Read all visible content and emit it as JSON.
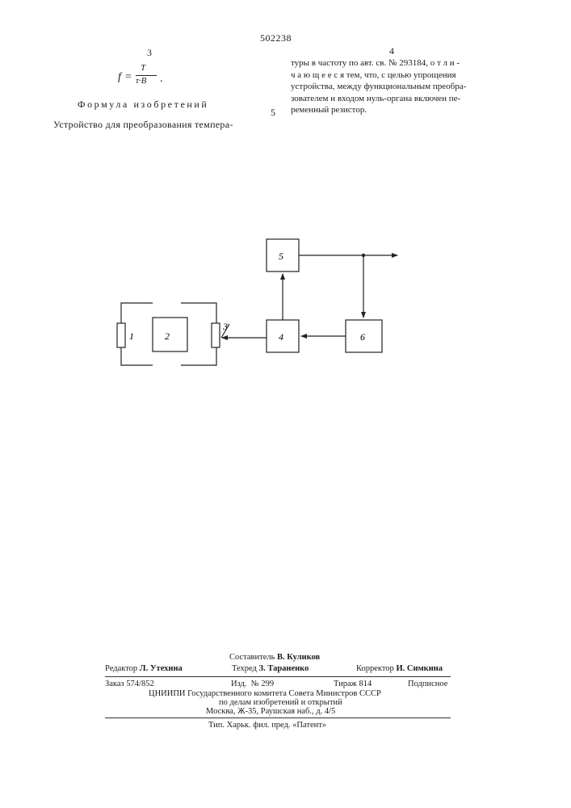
{
  "header": {
    "patent_number": "502238",
    "left_column_number": "3",
    "right_column_number": "4",
    "line_number": "5"
  },
  "left_column": {
    "formula": {
      "lhs": "f",
      "numerator": "T",
      "denominator": "τ·B"
    },
    "section_title": "Формула изобретений",
    "text": "Устройство для преобразования темпера-"
  },
  "right_column": {
    "lines": [
      "туры в частоту по авт. св. № 293184, о т л и -",
      "ч а ю щ е е с я  тем, что, с целью  упрощения",
      "устройства, между функциональным преобра-",
      "зователем и входом нуль-органа включен пе-",
      "ременный резистор."
    ]
  },
  "diagram": {
    "blocks": [
      {
        "id": "1",
        "label": "1"
      },
      {
        "id": "2",
        "label": "2"
      },
      {
        "id": "3",
        "label": "3"
      },
      {
        "id": "4",
        "label": "4"
      },
      {
        "id": "5",
        "label": "5"
      },
      {
        "id": "6",
        "label": "6"
      }
    ]
  },
  "footer": {
    "compiler": {
      "label": "Составитель",
      "name": "В. Куликов"
    },
    "editor": {
      "label": "Редактор",
      "name": "Л. Утехина"
    },
    "techred": {
      "label": "Техред",
      "name": "З. Тараненко"
    },
    "corrector": {
      "label": "Корректор",
      "name": "И. Симкина"
    },
    "order": "Заказ 574/852",
    "edition": {
      "label": "Изд.",
      "number": "№ 299"
    },
    "circulation": "Тираж 814",
    "subscription": "Подписное",
    "publisher_line1": "ЦНИИПИ Государственного комитета Совета Министров СССР",
    "publisher_line2": "по делам изобретений и открытий",
    "address": "Москва, Ж-35, Раушская наб., д. 4/5",
    "printer": "Тип. Харьк. фил. пред. «Патент»"
  }
}
